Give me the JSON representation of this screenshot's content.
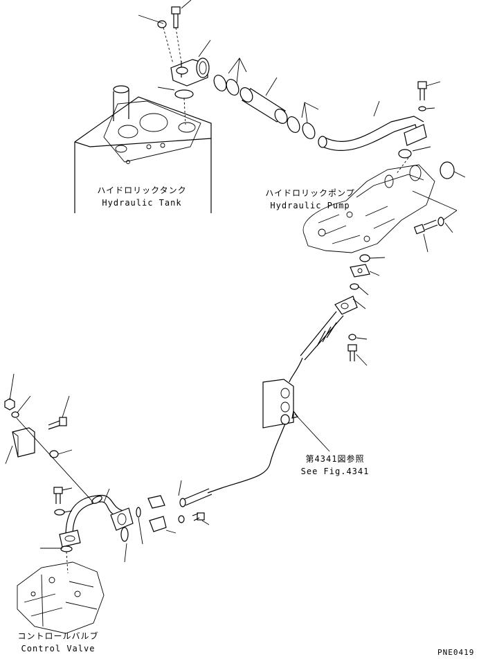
{
  "labels": {
    "hydraulic_tank_jp": "ハイドロリックタンク",
    "hydraulic_tank_en": "Hydraulic Tank",
    "hydraulic_pump_jp": "ハイドロリックポンプ",
    "hydraulic_pump_en": "Hydraulic Pump",
    "see_fig_jp": "第4341図参照",
    "see_fig_en": "See Fig.4341",
    "control_valve_jp": "コントロールバルブ",
    "control_valve_en": "Control Valve",
    "drawing_code": "PNE0419"
  }
}
